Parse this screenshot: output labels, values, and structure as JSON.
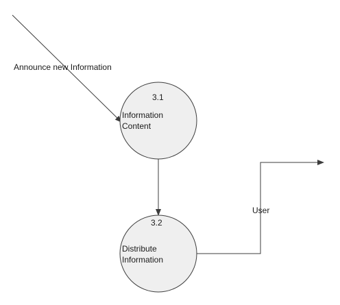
{
  "diagram": {
    "processes": [
      {
        "id": "3.1",
        "name_line1": "Information",
        "name_line2": "Content"
      },
      {
        "id": "3.2",
        "name_line1": "Distribute",
        "name_line2": "Information"
      }
    ],
    "flows": {
      "incoming": "Announce new Information",
      "outgoing": "User"
    },
    "colors": {
      "process_fill": "#efefef",
      "process_stroke": "#3c3c3c",
      "line": "#3c3c3c"
    }
  }
}
